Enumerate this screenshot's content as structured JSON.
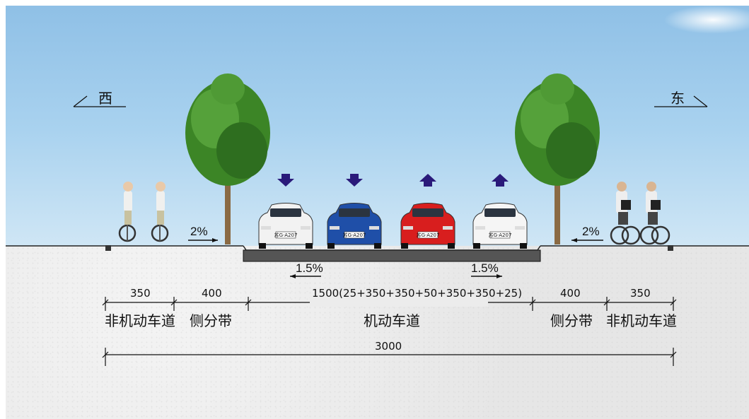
{
  "directions": {
    "west": "西",
    "east": "东"
  },
  "slopes": {
    "left_sidewalk": "2%",
    "right_sidewalk": "2%",
    "left_carriageway": "1.5%",
    "right_carriageway": "1.5%"
  },
  "segments": [
    {
      "width": "350",
      "name": "非机动车道"
    },
    {
      "width": "400",
      "name": "侧分带"
    },
    {
      "width": "1500(25+350+350+50+350+350+25)",
      "name": "机动车道"
    },
    {
      "width": "400",
      "name": "侧分带"
    },
    {
      "width": "350",
      "name": "非机动车道"
    }
  ],
  "total_width": "3000",
  "vehicles": [
    {
      "color": "#f2f2f2",
      "direction": "down",
      "plate": "苏G·A207"
    },
    {
      "color": "#1f4fa8",
      "direction": "down",
      "plate": "苏G·A207"
    },
    {
      "color": "#d81e1e",
      "direction": "up",
      "plate": "苏G·A207"
    },
    {
      "color": "#f5f5f5",
      "direction": "up",
      "plate": "苏G·A207"
    }
  ],
  "colors": {
    "arrow": "#2a1a7a",
    "tree": "#3f8a2b",
    "dimension_line": "#111111",
    "sky": "#a9d2ef",
    "ground": "#ececec"
  }
}
